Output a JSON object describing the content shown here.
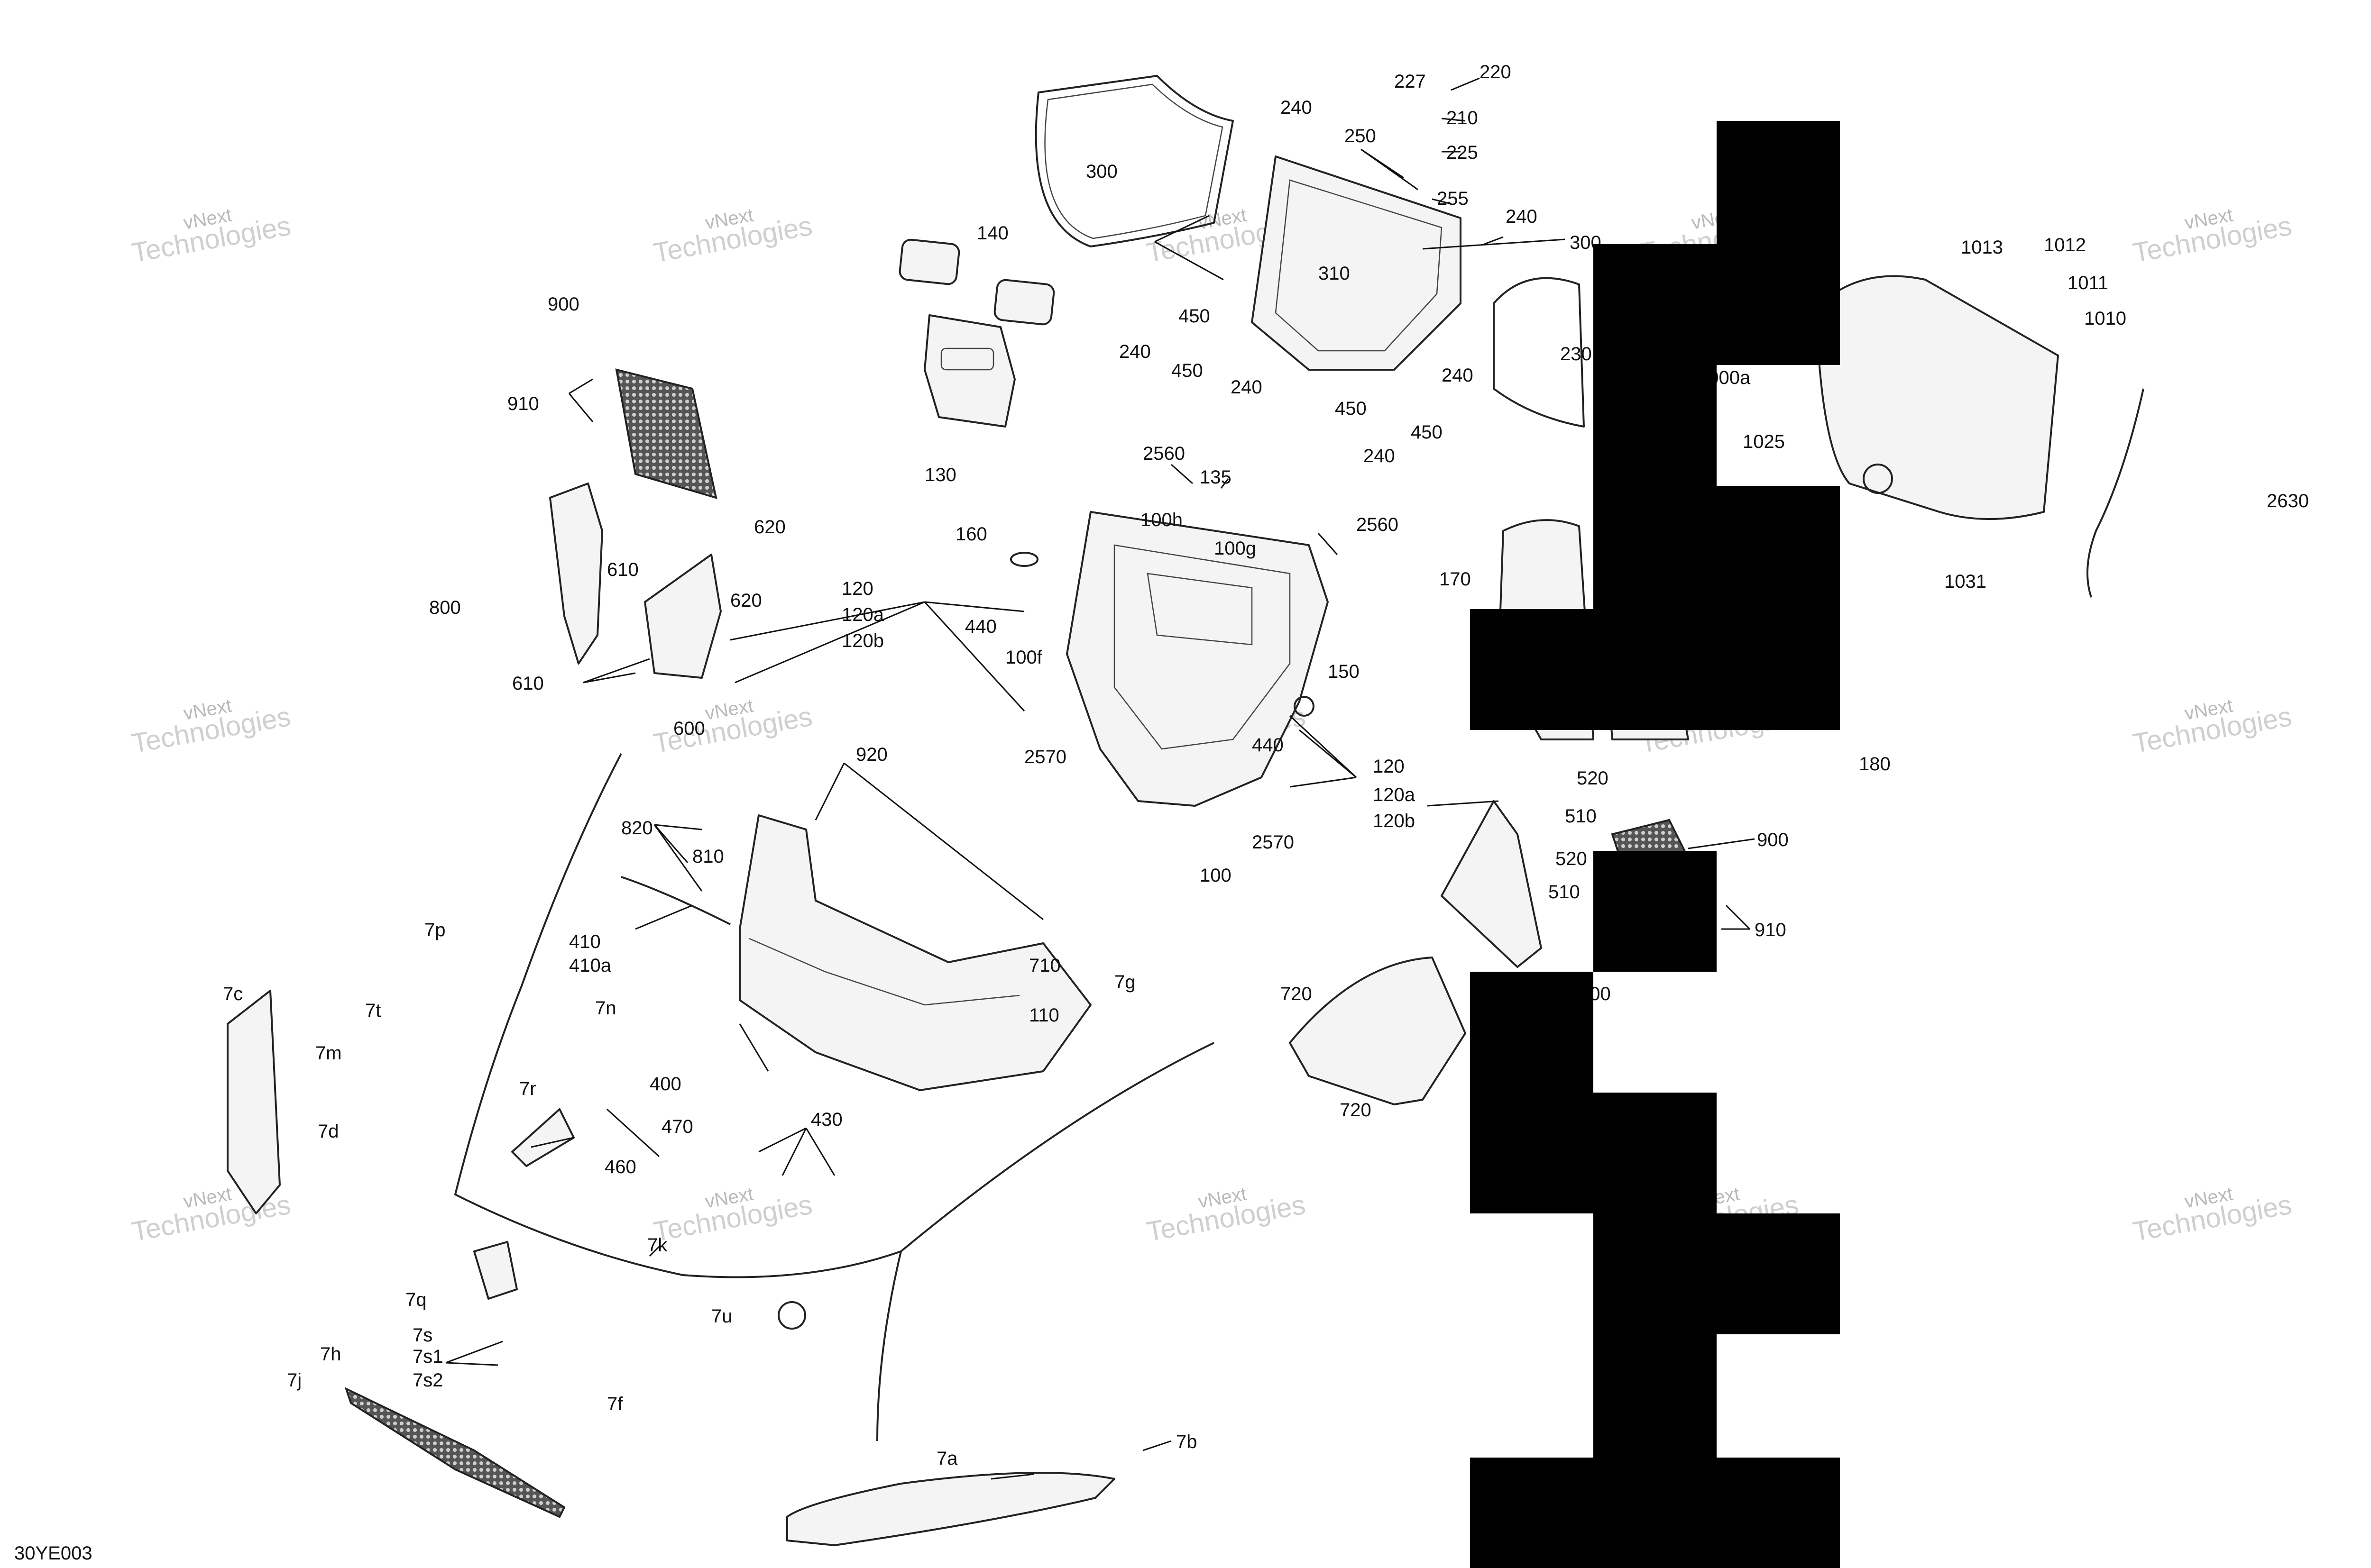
{
  "figure_code": "30YE003",
  "watermark": {
    "line1": "vNext",
    "line2": "Technologies"
  },
  "labels": {
    "l220": "220",
    "l227": "227",
    "l210": "210",
    "l225": "225",
    "l240a": "240",
    "l250": "250",
    "l255": "255",
    "l240b": "240",
    "l300": "300",
    "l300b": "300",
    "l140": "140",
    "l310": "310",
    "l450a": "450",
    "l240c": "240",
    "l450b": "450",
    "l450c": "450",
    "l240d": "240",
    "l240e": "240",
    "l240f": "240",
    "l450d": "450",
    "l230": "230",
    "l1000a": "1000a",
    "l1013": "1013",
    "l1012": "1012",
    "l1011": "1011",
    "l1010": "1010",
    "l2630": "2630",
    "l1025": "1025",
    "l1031": "1031",
    "l900a": "900",
    "l910a": "910",
    "l130": "130",
    "l2560a": "2560",
    "l135": "135",
    "l100h": "100h",
    "l100g": "100g",
    "l2560b": "2560",
    "l160": "160",
    "l620a": "620",
    "l610a": "610",
    "l620b": "620",
    "l800": "800",
    "l610b": "610",
    "l600": "600",
    "l120a": "120",
    "l120b": "120a",
    "l120c": "120b",
    "l440a": "440",
    "l100f": "100f",
    "l150": "150",
    "l170": "170",
    "l180": "180",
    "l2570a": "2570",
    "l440b": "440",
    "l120d": "120",
    "l120e": "120a",
    "l120f": "120b",
    "l2570b": "2570",
    "l100": "100",
    "l520a": "520",
    "l510a": "510",
    "l520b": "520",
    "l510b": "510",
    "l900b": "900",
    "l910b": "910",
    "l500": "500",
    "l920": "920",
    "l820": "820",
    "l810": "810",
    "l410": "410",
    "l410a": "410a",
    "l7p": "7p",
    "l710": "710",
    "l110": "110",
    "l7g": "7g",
    "l720a": "720",
    "l720b": "720",
    "l7c": "7c",
    "l7t": "7t",
    "l7n": "7n",
    "l7m": "7m",
    "l400": "400",
    "l7r": "7r",
    "l470": "470",
    "l460": "460",
    "l430": "430",
    "l7d": "7d",
    "l7k": "7k",
    "l7q": "7q",
    "l7u": "7u",
    "l7s": "7s",
    "l7s1": "7s1",
    "l7s2": "7s2",
    "l7h": "7h",
    "l7j": "7j",
    "l7f": "7f",
    "l7a": "7a",
    "l7b": "7b"
  }
}
